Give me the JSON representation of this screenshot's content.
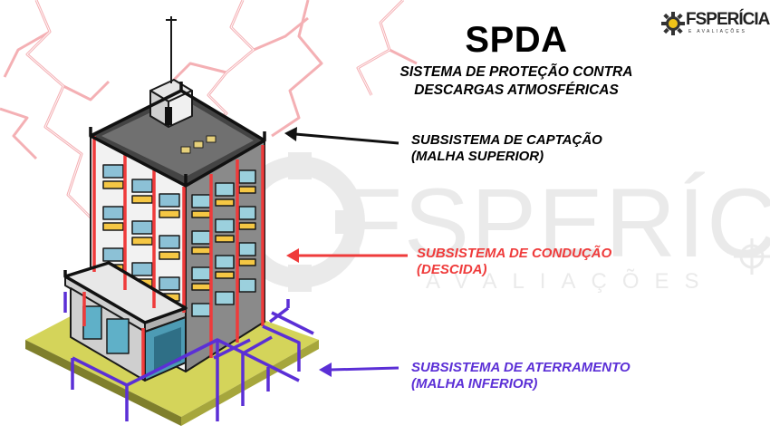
{
  "title": "SPDA",
  "subtitle": "SISTEMA DE PROTEÇÃO CONTRA DESCARGAS ATMOSFÉRICAS",
  "labels": {
    "captacao": {
      "line1": "SUBSISTEMA DE CAPTAÇÃO",
      "line2": "(MALHA SUPERIOR)",
      "color": "#000000"
    },
    "conducao": {
      "line1": "SUBSISTEMA DE CONDUÇÃO",
      "line2": "(DESCIDA)",
      "color": "#ef3b3b"
    },
    "aterramento": {
      "line1": "SUBSISTEMA DE ATERRAMENTO",
      "line2": "(MALHA INFERIOR)",
      "color": "#5b2fd6"
    }
  },
  "logo": {
    "main": "FSPERÍCIAS",
    "sub": "E AVALIAÇÕES"
  },
  "watermark": {
    "main": "FSPERÍCIAS",
    "sub": "AVALIAÇÕES"
  },
  "icons": [
    "lightning-bolt-icon",
    "gear-logo-icon",
    "building-illustration",
    "crosshair-icon"
  ]
}
